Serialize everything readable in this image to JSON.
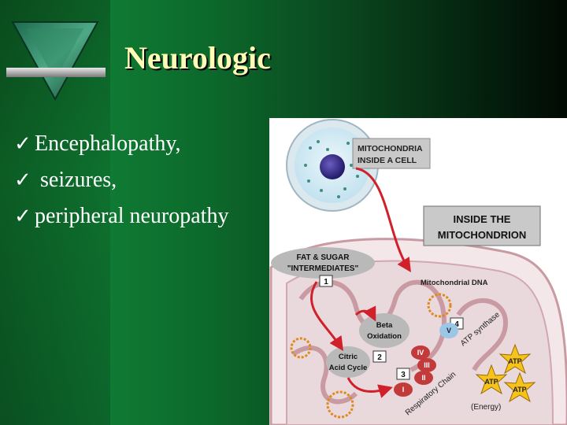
{
  "slide": {
    "title": "Neurologic",
    "bullets": [
      {
        "marker": "Ú",
        "text": "Encephalopathy,"
      },
      {
        "marker": "Ú",
        "text": " seizures,"
      },
      {
        "marker": "Ú",
        "text": "peripheral neuropathy"
      }
    ]
  },
  "diagram": {
    "cell_label_line1": "MITOCHONDRIA",
    "cell_label_line2": "INSIDE A CELL",
    "inside_label_line1": "INSIDE THE",
    "inside_label_line2": "MITOCHONDRION",
    "fat_sugar_line1": "FAT & SUGAR",
    "fat_sugar_line2": "\"INTERMEDIATES\"",
    "mito_dna": "Mitochondrial DNA",
    "beta_line1": "Beta",
    "beta_line2": "Oxidation",
    "citric_line1": "Citric",
    "citric_line2": "Acid Cycle",
    "atp_synthase": "ATP synthase",
    "respiratory_chain": "Respiratory Chain",
    "energy": "(Energy)",
    "atp": "ATP",
    "step_numbers": [
      "1",
      "2",
      "3",
      "4"
    ],
    "complexes": [
      "I",
      "II",
      "III",
      "IV",
      "V"
    ]
  },
  "colors": {
    "title": "#fffdb5",
    "bullet_text": "#ffffff",
    "red_arrow": "#d0202a",
    "gray_box": "#c9c9c9",
    "atp_star": "#f6c21c"
  }
}
